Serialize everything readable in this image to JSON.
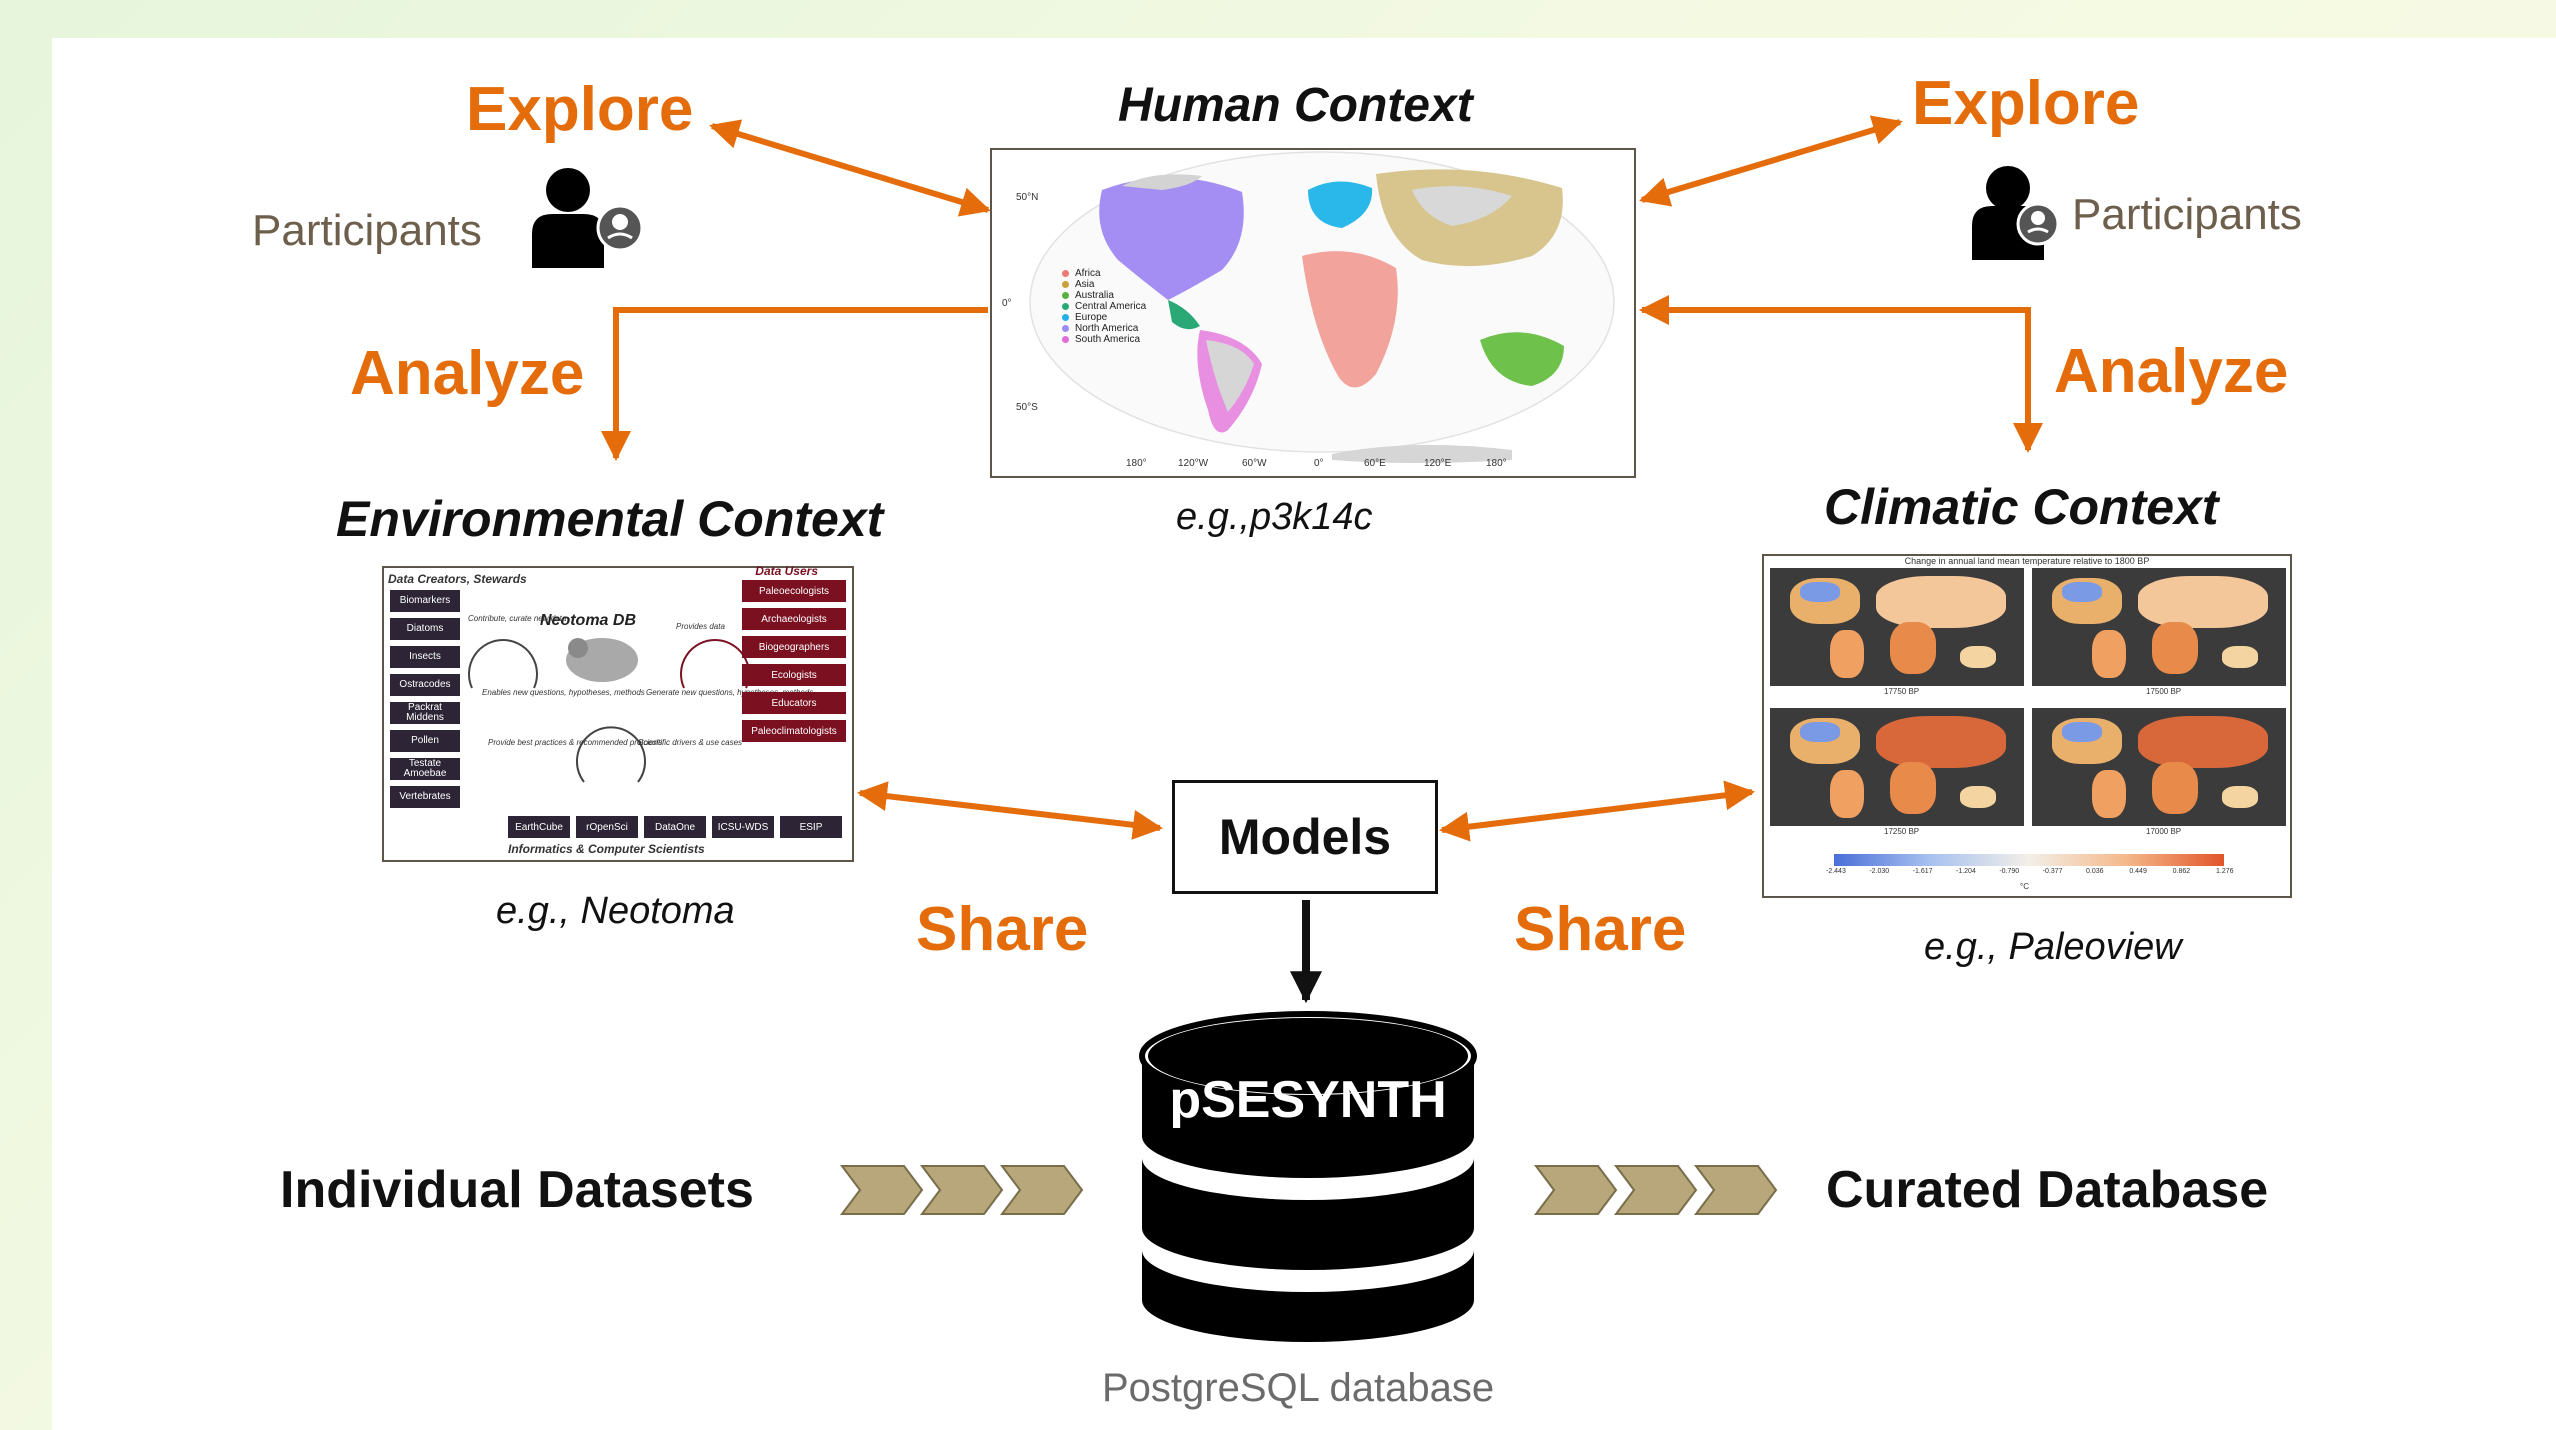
{
  "explore_left": "Explore",
  "explore_right": "Explore",
  "participants_left": "Participants",
  "participants_right": "Participants",
  "analyze_left": "Analyze",
  "analyze_right": "Analyze",
  "human_context": {
    "title": "Human Context",
    "caption": "e.g.,p3k14c",
    "lat_labels": [
      "50°N",
      "0°",
      "50°S"
    ],
    "lon_labels": [
      "180°",
      "120°W",
      "60°W",
      "0°",
      "60°E",
      "120°E",
      "180°"
    ],
    "legend": [
      {
        "name": "Africa",
        "color": "#ec7a72"
      },
      {
        "name": "Asia",
        "color": "#c9a13a"
      },
      {
        "name": "Australia",
        "color": "#58b33e"
      },
      {
        "name": "Central America",
        "color": "#2aa876"
      },
      {
        "name": "Europe",
        "color": "#22aee6"
      },
      {
        "name": "North America",
        "color": "#9a8cf0"
      },
      {
        "name": "South America",
        "color": "#e26bd9"
      }
    ]
  },
  "environmental_context": {
    "title": "Environmental Context",
    "caption": "e.g., Neotoma",
    "creators_title": "Data Creators, Stewards",
    "users_title": "Data Users",
    "db_name": "Neotoma DB",
    "creators": [
      "Biomarkers",
      "Diatoms",
      "Insects",
      "Ostracodes",
      "Packrat Middens",
      "Pollen",
      "Testate Amoebae",
      "Vertebrates"
    ],
    "users": [
      "Paleoecologists",
      "Archaeologists",
      "Biogeographers",
      "Ecologists",
      "Educators",
      "Paleoclimatologists"
    ],
    "partners": [
      "EarthCube",
      "rOpenSci",
      "DataOne",
      "ICSU-WDS",
      "ESIP"
    ],
    "footer": "Informatics & Computer Scientists",
    "notes": {
      "contribute": "Contribute, curate new data",
      "provides": "Provides data",
      "enables": "Enables new questions, hypotheses, methods",
      "generate": "Generate new questions, hypotheses, methods",
      "practices": "Provide best practices & recommended protocols",
      "drivers": "Scientific drivers & use cases"
    }
  },
  "climatic_context": {
    "title": "Climatic Context",
    "caption": "e.g., Paleoview",
    "chart_title": "Change in annual land mean temperature relative to 1800 BP",
    "panel_labels": [
      "17750 BP",
      "17500 BP",
      "17250 BP",
      "17000 BP"
    ],
    "scale_values": [
      "-2.443",
      "-2.030",
      "-1.617",
      "-1.204",
      "-0.790",
      "-0.377",
      "0.036",
      "0.449",
      "0.862",
      "1.276"
    ],
    "scale_unit": "°C"
  },
  "models_label": "Models",
  "share_left": "Share",
  "share_right": "Share",
  "database": {
    "name": "pSESYNTH",
    "subtitle": "PostgreSQL database"
  },
  "individual_datasets": "Individual Datasets",
  "curated_database": "Curated Database",
  "colors": {
    "accent": "#E46C0A",
    "chevron": "#B7A77A",
    "participant_text": "#6d5f4c"
  }
}
